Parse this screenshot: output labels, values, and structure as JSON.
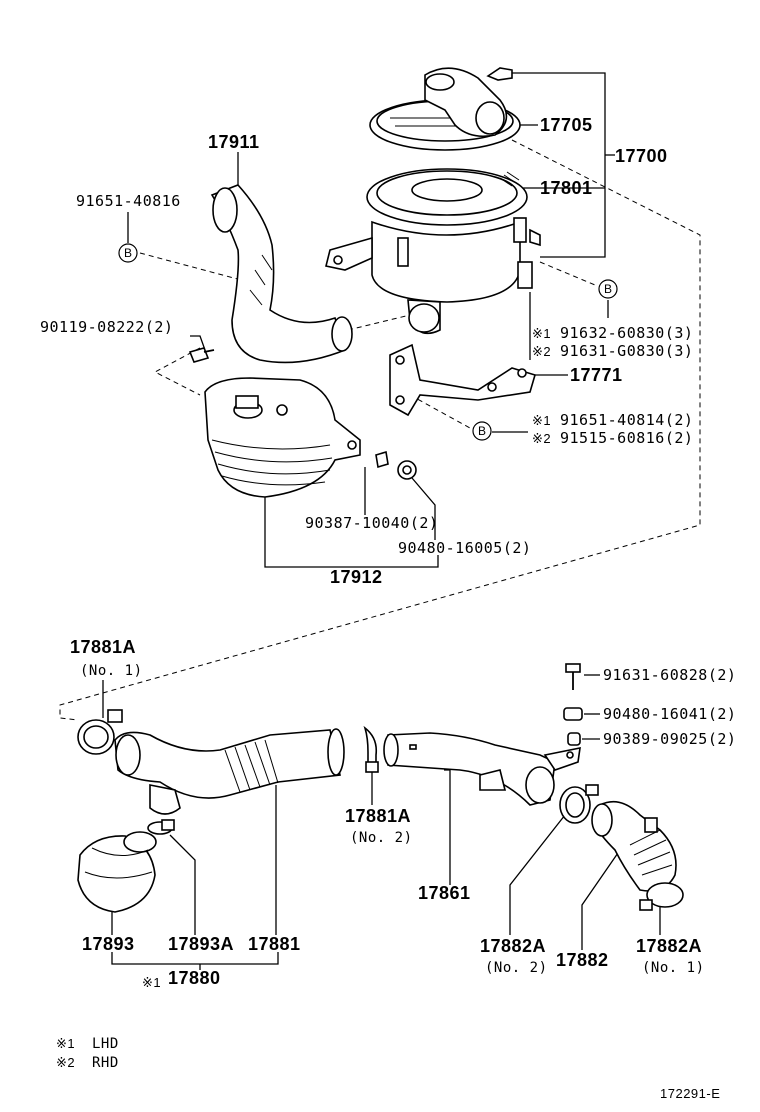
{
  "callout_circle_letter": "B",
  "parts": {
    "p17705": "17705",
    "p17700": "17700",
    "p17801": "17801",
    "p17911": "17911",
    "p91651_40816": "91651-40816",
    "p90119_08222": "90119-08222(2)",
    "p91632_60830": "91632-60830(3)",
    "p91631_G0830": "91631-G0830(3)",
    "p17771": "17771",
    "p91651_40814": "91651-40814(2)",
    "p91515_60816": "91515-60816(2)",
    "p90387_10040": "90387-10040(2)",
    "p90480_16005": "90480-16005(2)",
    "p17912": "17912",
    "p17881A_1": "17881A",
    "no1_a": "(No. 1)",
    "p91631_60828": "91631-60828(2)",
    "p90480_16041": "90480-16041(2)",
    "p90389_09025": "90389-09025(2)",
    "p17881A_2": "17881A",
    "no2_a": "(No. 2)",
    "p17861": "17861",
    "p17893": "17893",
    "p17893A": "17893A",
    "p17881": "17881",
    "p17882A_2": "17882A",
    "no2_b": "(No. 2)",
    "p17882": "17882",
    "p17882A_1": "17882A",
    "no1_b": "(No. 1)",
    "p17880": "17880"
  },
  "markers": {
    "m1_a": "※1",
    "m2_a": "※2",
    "m1_b": "※1",
    "m2_b": "※2",
    "m1_c": "※1"
  },
  "legend": {
    "marker1": "※1",
    "text1": "LHD",
    "marker2": "※2",
    "text2": "RHD"
  },
  "figure_id": "172291-E"
}
